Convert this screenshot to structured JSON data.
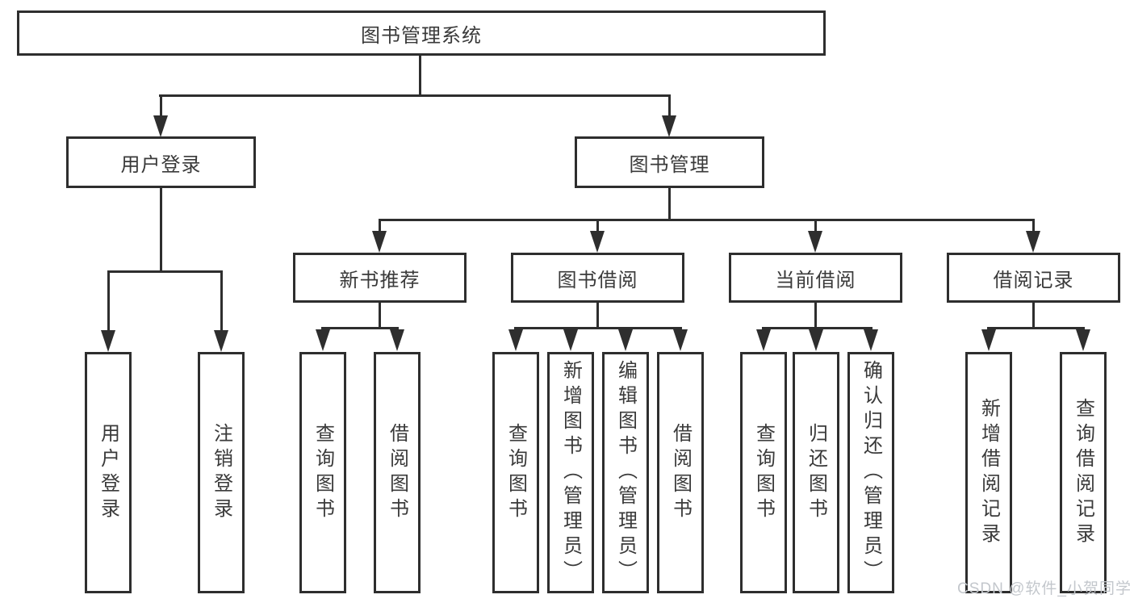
{
  "diagram": {
    "type": "hierarchy-tree",
    "title": "图书管理系统"
  },
  "root": {
    "label": "图书管理系统"
  },
  "level2": [
    {
      "label": "用户登录"
    },
    {
      "label": "图书管理"
    }
  ],
  "level3": [
    {
      "label": "新书推荐"
    },
    {
      "label": "图书借阅"
    },
    {
      "label": "当前借阅"
    },
    {
      "label": "借阅记录"
    }
  ],
  "leaves": {
    "g1": [
      "用户登录",
      "注销登录"
    ],
    "g2": [
      "查询图书",
      "借阅图书"
    ],
    "g3": [
      "查询图书",
      "新增图书（管理员）",
      "编辑图书（管理员）",
      "借阅图书"
    ],
    "g4": [
      "查询图书",
      "归还图书",
      "确认归还（管理员）"
    ],
    "g5": [
      "新增借阅记录",
      "查询借阅记录"
    ]
  },
  "watermark": "CSDN @软件_小贺同学",
  "colors": {
    "line": "#2e2e2e",
    "box_border": "#2e2e2e",
    "text": "#3a3a3a",
    "background": "#ffffff",
    "watermark": "#c3c7cc"
  }
}
